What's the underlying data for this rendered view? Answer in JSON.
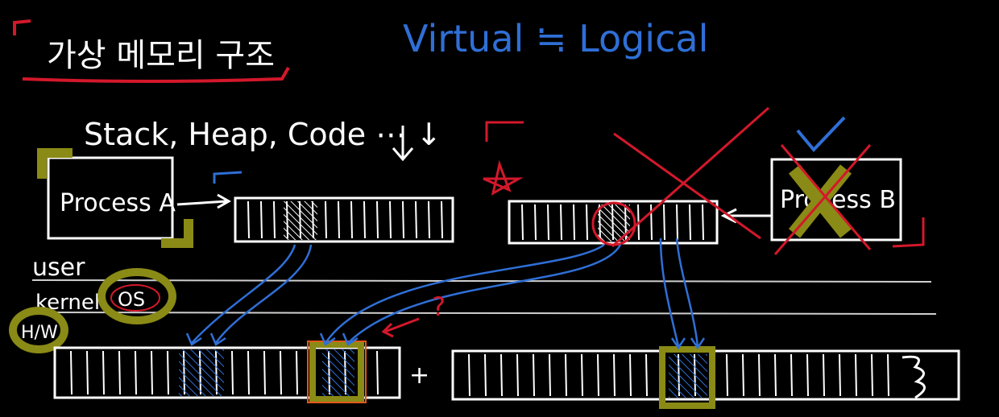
{
  "title_korean": "가상 메모리 구조",
  "subtitle": "Virtual ≒ Logical",
  "segments_note": "Stack, Heap, Code ⋯ ↓",
  "process_a": "Process A",
  "process_b": "Process B",
  "layers": {
    "user": "user",
    "kernel": "kernel",
    "os": "OS",
    "hw": "H/W"
  },
  "plus_sign": "+",
  "question_mark": "?",
  "colors": {
    "background": "#000000",
    "ink": "#ffffff",
    "blue": "#2f6fd6",
    "red": "#d3182b",
    "olive": "#8a8a16",
    "orange": "#e0581a"
  }
}
